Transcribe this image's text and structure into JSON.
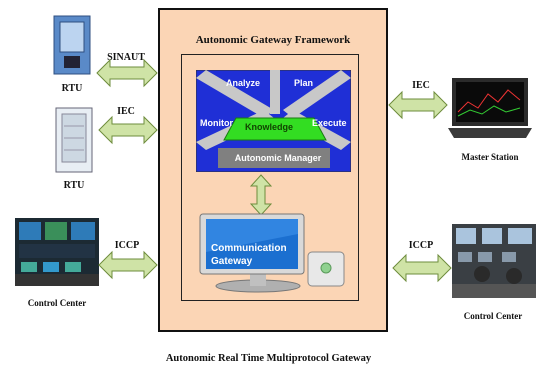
{
  "framework": {
    "title": "Autonomic Gateway Framework",
    "caption": "Autonomic Real Time Multiprotocol Gateway"
  },
  "autonomic_manager": {
    "analyze": "Analyze",
    "plan": "Plan",
    "monitor": "Monitor",
    "execute": "Execute",
    "knowledge": "Knowledge",
    "title": "Autonomic Manager"
  },
  "communication_gateway": {
    "line1": "Communication",
    "line2": "Gateway"
  },
  "nodes": {
    "rtu_top": {
      "label": "RTU",
      "protocol": "SINAUT"
    },
    "rtu_bottom": {
      "label": "RTU",
      "protocol": "IEC"
    },
    "control_center_left": {
      "label": "Control Center",
      "protocol": "ICCP"
    },
    "master_station": {
      "label": "Master Station",
      "protocol": "IEC"
    },
    "control_center_right": {
      "label": "Control Center",
      "protocol": "ICCP"
    }
  },
  "colors": {
    "arrow_fill": "#cfe3a6",
    "arrow_stroke": "#6e8c3c",
    "frame_fill": "#fbd5b5",
    "manager_blue": "#1f2fd6",
    "knowledge_green": "#33dd22"
  }
}
